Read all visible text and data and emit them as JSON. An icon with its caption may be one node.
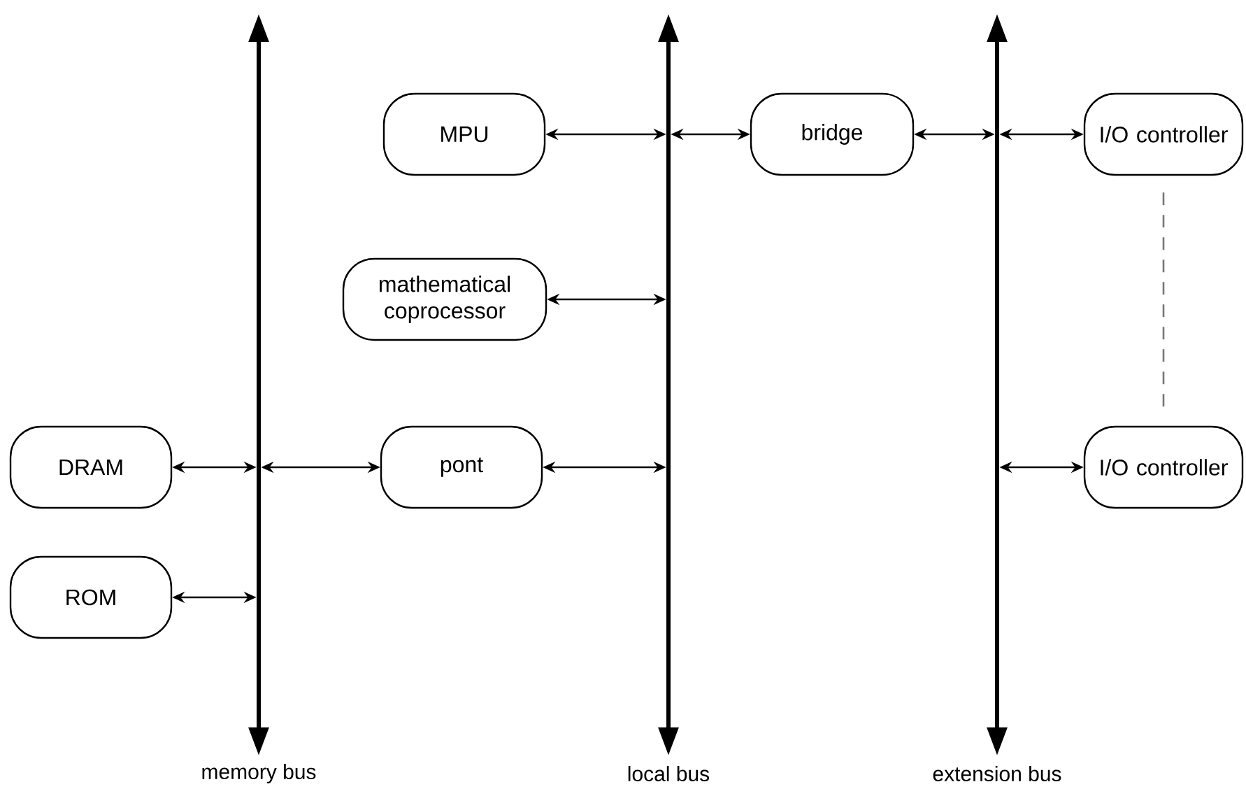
{
  "diagram": {
    "nodes": [
      {
        "text": [
          "MPU"
        ]
      },
      {
        "text": [
          "bridge"
        ]
      },
      {
        "text": [
          "I/O controller"
        ]
      },
      {
        "text": [
          "mathematical coprocessor"
        ]
      },
      {
        "text": [
          "DRAM"
        ]
      },
      {
        "text": [
          "pont"
        ]
      },
      {
        "text": [
          "I/O controller"
        ]
      },
      {
        "text": [
          "ROM"
        ]
      },
      {
        "text": [
          "memory bus"
        ]
      },
      {
        "text": [
          "local bus"
        ]
      },
      {
        "text": [
          "extension bus"
        ]
      }
    ],
    "edges": [
      {
        "from": 0,
        "to": 9,
        "arrow": "both"
      },
      {
        "from": 9,
        "to": 1,
        "arrow": "both"
      },
      {
        "from": 1,
        "to": 10,
        "arrow": "both"
      },
      {
        "from": 10,
        "to": 2,
        "arrow": "both"
      },
      {
        "from": 3,
        "to": 9,
        "arrow": "both"
      },
      {
        "from": 4,
        "to": 8,
        "arrow": "both"
      },
      {
        "from": 8,
        "to": 5,
        "arrow": "both"
      },
      {
        "from": 5,
        "to": 9,
        "arrow": "both"
      },
      {
        "from": 10,
        "to": 6,
        "arrow": "both"
      },
      {
        "from": 7,
        "to": 8,
        "arrow": "both"
      },
      {
        "from": 2,
        "to": 6,
        "arrow": "none",
        "style": "dashed",
        "color": "#777777"
      }
    ]
  }
}
